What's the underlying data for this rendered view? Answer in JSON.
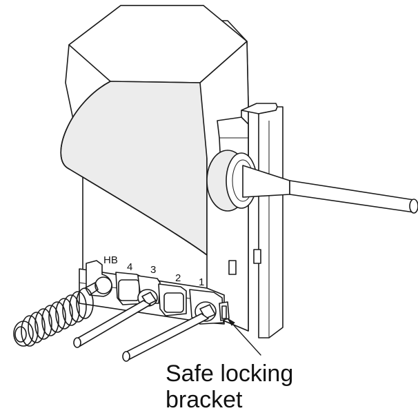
{
  "diagram": {
    "slot_labels": {
      "hb": "HB",
      "slot4": "4",
      "slot3": "3",
      "slot2": "2",
      "slot1": "1"
    },
    "callout": {
      "line1": "Safe locking",
      "line2": "bracket"
    }
  }
}
